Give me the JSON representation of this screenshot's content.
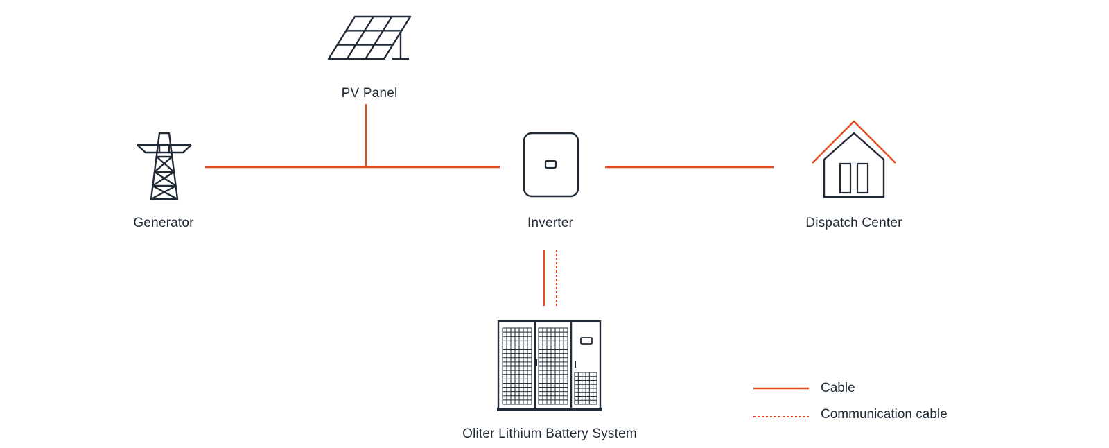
{
  "colors": {
    "cable": "#e04a1f",
    "icon_stroke": "#1f2a36",
    "background": "#ffffff",
    "text": "#1f2a36"
  },
  "nodes": {
    "pv_panel": {
      "label": "PV Panel",
      "icon": "solar-panel-icon"
    },
    "generator": {
      "label": "Generator",
      "icon": "transmission-tower-icon"
    },
    "inverter": {
      "label": "Inverter",
      "icon": "inverter-icon"
    },
    "dispatch_center": {
      "label": "Dispatch Center",
      "icon": "house-icon"
    },
    "battery": {
      "label": "Oliter Lithium Battery System",
      "icon": "battery-cabinet-icon"
    }
  },
  "legend": {
    "cable": "Cable",
    "communication_cable": "Communication cable"
  }
}
